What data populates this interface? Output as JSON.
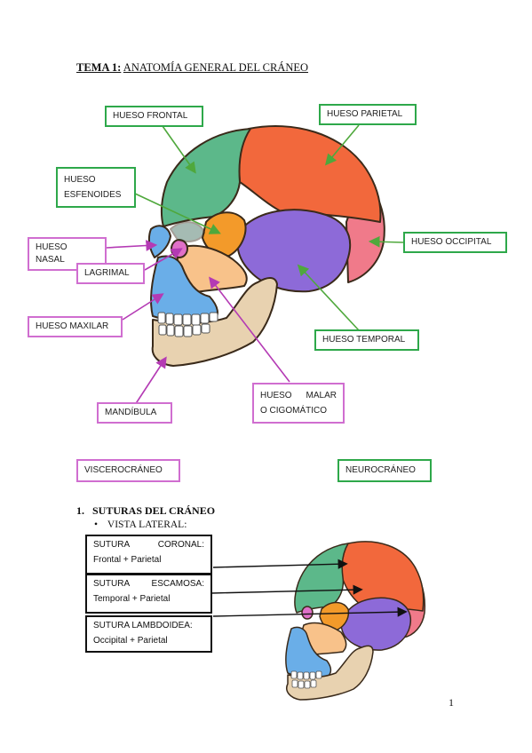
{
  "title": {
    "bold": "TEMA 1:",
    "text": "ANATOMÍA GENERAL DEL CRÁNEO"
  },
  "labels": {
    "frontal": "HUESO FRONTAL",
    "parietal": "HUESO PARIETAL",
    "esfenoides_line1": "HUESO",
    "esfenoides_line2": "ESFENOIDES",
    "nasal": "HUESO NASAL",
    "occipital": "HUESO OCCIPITAL",
    "lagrimal": "LAGRIMAL",
    "maxilar": "HUESO MAXILAR",
    "temporal": "HUESO TEMPORAL",
    "malar_word1": "HUESO",
    "malar_word2": "MALAR",
    "malar_line2": "O CIGOMÁTICO",
    "mandibula": "MANDÍBULA",
    "viscerocraneo": "VISCEROCRÁNEO",
    "neurocraneo": "NEUROCRÁNEO"
  },
  "section": {
    "number": "1.",
    "heading": "SUTURAS DEL CRÁNEO",
    "bullet": "VISTA LATERAL:"
  },
  "sutures": [
    {
      "w1": "SUTURA",
      "w2": "CORONAL:",
      "desc": "Frontal + Parietal"
    },
    {
      "w1": "SUTURA",
      "w2": "ESCAMOSA:",
      "desc": "Temporal + Parietal"
    },
    {
      "w1": "SUTURA LAMBDOIDEA:",
      "w2": "",
      "desc": "Occipital + Parietal"
    }
  ],
  "page_number": "1",
  "colors": {
    "frontal": "#5cb88a",
    "parietal": "#f2683c",
    "occipital": "#f07a8a",
    "temporal": "#8d6ad8",
    "sphenoid": "#f39a2a",
    "maxilla": "#6aaee8",
    "zygomatic": "#f8c28a",
    "mandible": "#e8d2b0",
    "green_border": "#2ea84a",
    "pink_border": "#d06ed0"
  }
}
